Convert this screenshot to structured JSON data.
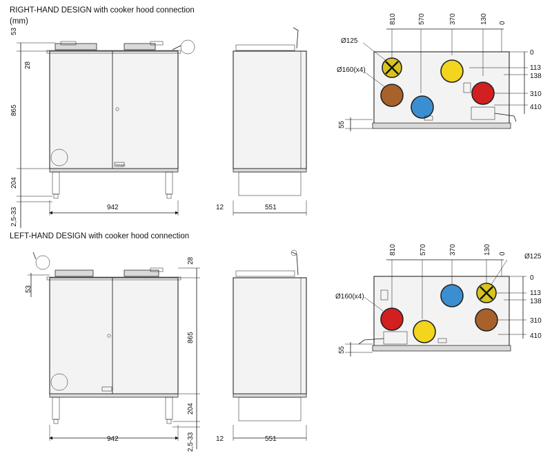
{
  "titles": {
    "right_hand": "RIGHT-HAND DESIGN with cooker hood connection",
    "units": "(mm)",
    "left_hand": "LEFT-HAND DESIGN with cooker hood connection"
  },
  "front_view_dims": {
    "top": "53",
    "top_offset": "28",
    "height": "865",
    "legs": "204",
    "leg_adjust": "2,5-33",
    "width": "942"
  },
  "side_view_dims": {
    "offset": "12",
    "depth": "551",
    "low_height": "55"
  },
  "top_view": {
    "x_positions": [
      "810",
      "570",
      "370",
      "130",
      "0"
    ],
    "y_positions": [
      "0",
      "113",
      "138",
      "310",
      "410"
    ],
    "small_duct": "Ø125",
    "large_duct": "Ø160(x4)"
  },
  "brand_label": "Swegon",
  "colors": {
    "yellow": "#f2d51c",
    "blue": "#3b8fd0",
    "red": "#d21f1f",
    "brown": "#a8612a",
    "cooker_yellow": "#d8c41e"
  }
}
